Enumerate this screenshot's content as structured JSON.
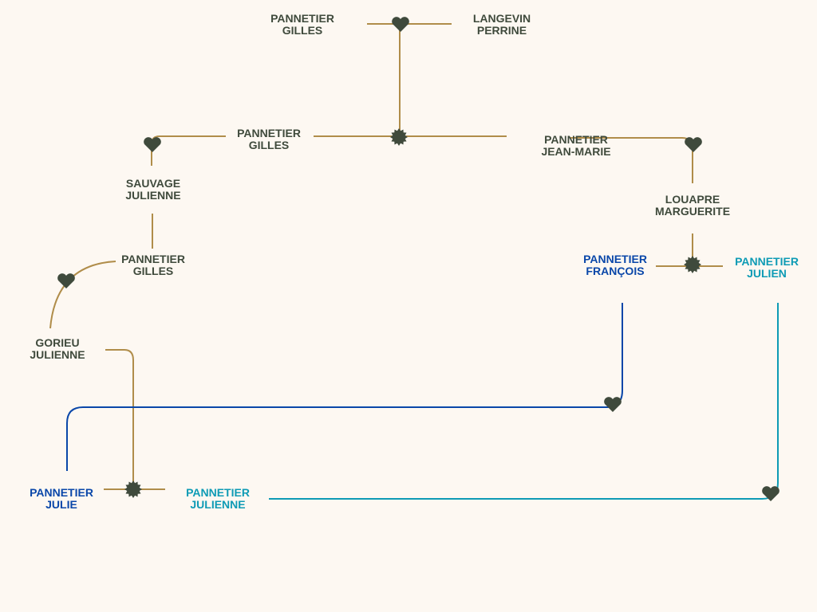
{
  "colors": {
    "background": "#fdf8f2",
    "line": "#b08d4a",
    "marker": "#3f4a3c",
    "blue": "#0a47a9",
    "teal": "#0e9bb5"
  },
  "people": [
    {
      "last": "PANNETIER",
      "first": "GILLES"
    },
    {
      "last": "LANGEVIN",
      "first": "PERRINE"
    },
    {
      "last": "PANNETIER",
      "first": "GILLES"
    },
    {
      "last": "PANNETIER",
      "first": "JEAN-MARIE"
    },
    {
      "last": "SAUVAGE",
      "first": "JULIENNE"
    },
    {
      "last": "LOUAPRE",
      "first": "MARGUERITE"
    },
    {
      "last": "PANNETIER",
      "first": "GILLES"
    },
    {
      "last": "PANNETIER",
      "first": "FRANÇOIS"
    },
    {
      "last": "PANNETIER",
      "first": "JULIEN"
    },
    {
      "last": "GORIEU",
      "first": "JULIENNE"
    },
    {
      "last": "PANNETIER",
      "first": "JULIE"
    },
    {
      "last": "PANNETIER",
      "first": "JULIENNE"
    }
  ],
  "icons": {
    "marriage": "heart-icon",
    "children": "star-burst-icon"
  }
}
